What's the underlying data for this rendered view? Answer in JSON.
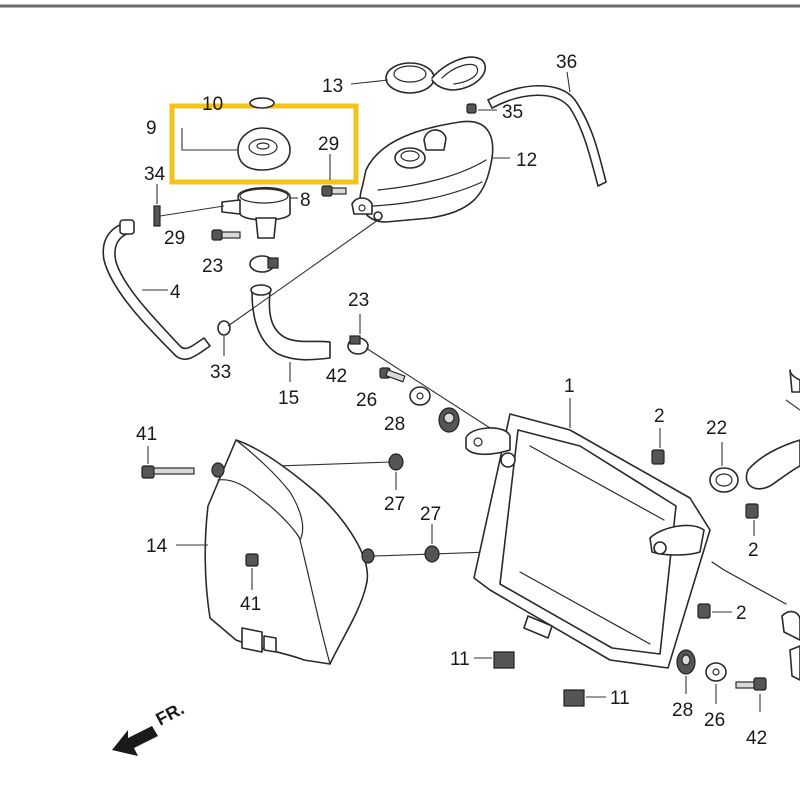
{
  "diagram": {
    "labels": [
      {
        "id": "lbl-36",
        "text": "36"
      },
      {
        "id": "lbl-13",
        "text": "13"
      },
      {
        "id": "lbl-10",
        "text": "10"
      },
      {
        "id": "lbl-9",
        "text": "9"
      },
      {
        "id": "lbl-29a",
        "text": "29"
      },
      {
        "id": "lbl-35",
        "text": "35"
      },
      {
        "id": "lbl-12",
        "text": "12"
      },
      {
        "id": "lbl-34",
        "text": "34"
      },
      {
        "id": "lbl-8",
        "text": "8"
      },
      {
        "id": "lbl-29b",
        "text": "29"
      },
      {
        "id": "lbl-23a",
        "text": "23"
      },
      {
        "id": "lbl-4",
        "text": "4"
      },
      {
        "id": "lbl-23b",
        "text": "23"
      },
      {
        "id": "lbl-33",
        "text": "33"
      },
      {
        "id": "lbl-42a",
        "text": "42"
      },
      {
        "id": "lbl-15",
        "text": "15"
      },
      {
        "id": "lbl-26a",
        "text": "26"
      },
      {
        "id": "lbl-1",
        "text": "1"
      },
      {
        "id": "lbl-28a",
        "text": "28"
      },
      {
        "id": "lbl-41a",
        "text": "41"
      },
      {
        "id": "lbl-2a",
        "text": "2"
      },
      {
        "id": "lbl-22",
        "text": "22"
      },
      {
        "id": "lbl-27a",
        "text": "27"
      },
      {
        "id": "lbl-27b",
        "text": "27"
      },
      {
        "id": "lbl-14",
        "text": "14"
      },
      {
        "id": "lbl-2b",
        "text": "2"
      },
      {
        "id": "lbl-41b",
        "text": "41"
      },
      {
        "id": "lbl-2c",
        "text": "2"
      },
      {
        "id": "lbl-11a",
        "text": "11"
      },
      {
        "id": "lbl-11b",
        "text": "11"
      },
      {
        "id": "lbl-28b",
        "text": "28"
      },
      {
        "id": "lbl-26b",
        "text": "26"
      },
      {
        "id": "lbl-42b",
        "text": "42"
      }
    ],
    "front_arrow_label": "FR.",
    "highlight_color": "#f2c318",
    "line_color": "#2a2a2a"
  }
}
